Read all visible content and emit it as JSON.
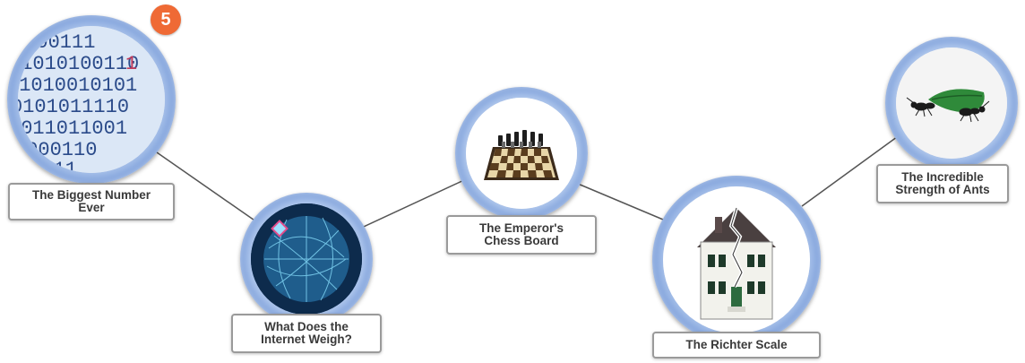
{
  "badge": {
    "count": "5"
  },
  "topics": [
    {
      "title_line1": "The Biggest Number",
      "title_line2": "Ever",
      "image": "binary-digits-image"
    },
    {
      "title_line1": "What Does the",
      "title_line2": "Internet Weigh?",
      "image": "network-globe-image"
    },
    {
      "title_line1": "The Emperor's",
      "title_line2": "Chess Board",
      "image": "chess-board-image"
    },
    {
      "title_line1": "The Richter Scale",
      "title_line2": "",
      "image": "cracked-house-image"
    },
    {
      "title_line1": "The Incredible",
      "title_line2": "Strength of Ants",
      "image": "ants-carrying-leaf-image"
    }
  ],
  "colors": {
    "ring_blue": "#3f6fc4",
    "ring_light": "#dde8f8",
    "badge_orange": "#ef6a35",
    "label_border": "#9a9a9a",
    "connector": "#555555"
  }
}
